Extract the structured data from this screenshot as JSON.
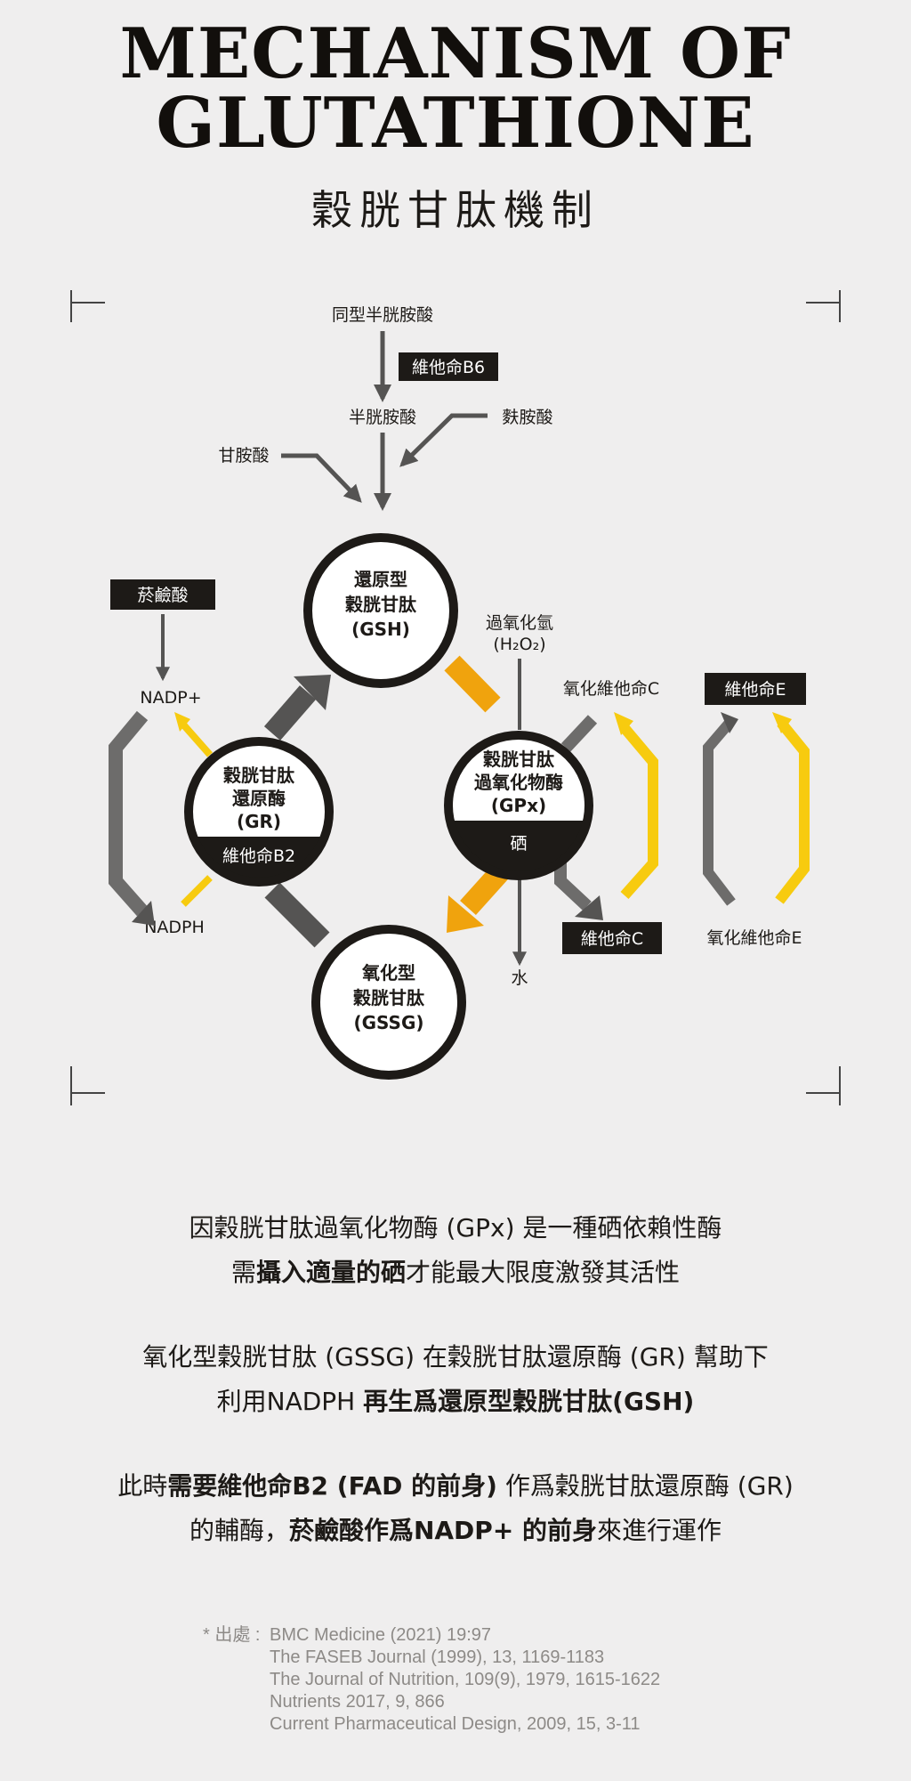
{
  "header": {
    "title_line1": "MECHANISM OF",
    "title_line2": "GLUTATHIONE",
    "subtitle": "穀胱甘肽機制"
  },
  "diagram": {
    "top_chain": {
      "homocysteine": "同型半胱胺酸",
      "vitamin_b6": "維他命B6",
      "cysteine": "半胱胺酸",
      "glutamic_acid": "麩胺酸",
      "glycine": "甘胺酸"
    },
    "gsh": [
      "還原型",
      "穀胱甘肽",
      "(GSH)"
    ],
    "gr": [
      "穀胱甘肽",
      "還原酶",
      "(GR)"
    ],
    "gr_cofactor": "維他命B2",
    "gpx": [
      "穀胱甘肽",
      "過氧化物酶",
      "(GPx)"
    ],
    "gpx_cofactor": "硒",
    "gssg": [
      "氧化型",
      "穀胱甘肽",
      "(GSSG)"
    ],
    "niacin": "菸鹼酸",
    "nadp_plus": "NADP+",
    "nadph": "NADPH",
    "h2o2_name": "過氧化氫",
    "h2o2_formula": "(H₂O₂)",
    "water": "水",
    "oxidized_vitamin_c": "氧化維他命C",
    "vitamin_c": "維他命C",
    "vitamin_e": "維他命E",
    "oxidized_vitamin_e": "氧化維他命E",
    "colors": {
      "yellow": "#f7cb0f",
      "orange": "#f0a30d",
      "dark_gray": "#555453",
      "mid_gray": "#6d6c6b",
      "black": "#1d1a17"
    }
  },
  "paragraphs": {
    "p1_line1": "因穀胱甘肽過氧化物酶 (GPx) 是一種硒依賴性酶",
    "p1_line2_a": "需",
    "p1_line2_b": "攝入適量的硒",
    "p1_line2_c": "才能最大限度激發其活性",
    "p2_line1": "氧化型穀胱甘肽 (GSSG) 在穀胱甘肽還原酶 (GR) 幫助下",
    "p2_line2_a": "利用NADPH ",
    "p2_line2_b": "再生爲還原型穀胱甘肽(GSH)",
    "p3_line1_a": "此時",
    "p3_line1_b": "需要維他命B2 (FAD 的前身)",
    "p3_line1_c": " 作爲穀胱甘肽還原酶 (GR)",
    "p3_line2_a": "的輔酶，",
    "p3_line2_b": "菸鹼酸作爲NADP+ 的前身",
    "p3_line2_c": "來進行運作"
  },
  "references": {
    "prefix": "* 出處 :",
    "items": [
      "BMC Medicine (2021) 19:97",
      "The FASEB Journal (1999), 13, 1169-1183",
      "The Journal of Nutrition, 109(9), 1979, 1615-1622",
      "Nutrients 2017, 9, 866",
      "Current Pharmaceutical Design, 2009, 15, 3-11"
    ]
  }
}
